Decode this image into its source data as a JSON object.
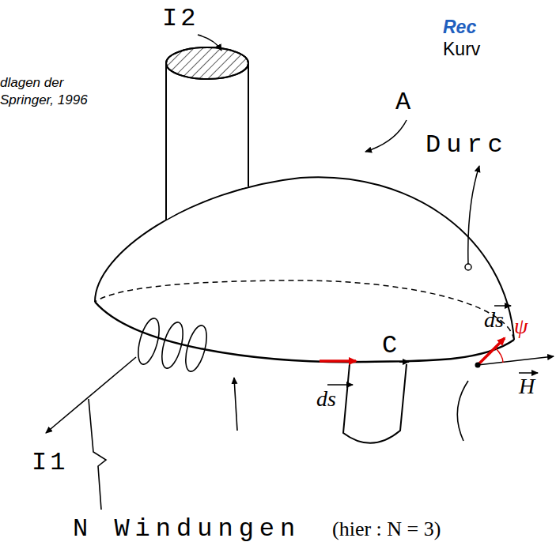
{
  "diagram": {
    "labels": [
      "dlagen der",
      "Springer, 1996",
      "I2",
      "Rec",
      "Kurv",
      "A",
      "Durc",
      "ds",
      "ψ",
      "H",
      "C",
      "I1",
      "ds",
      "N Windungen",
      "(hier : N = 3)"
    ]
  }
}
